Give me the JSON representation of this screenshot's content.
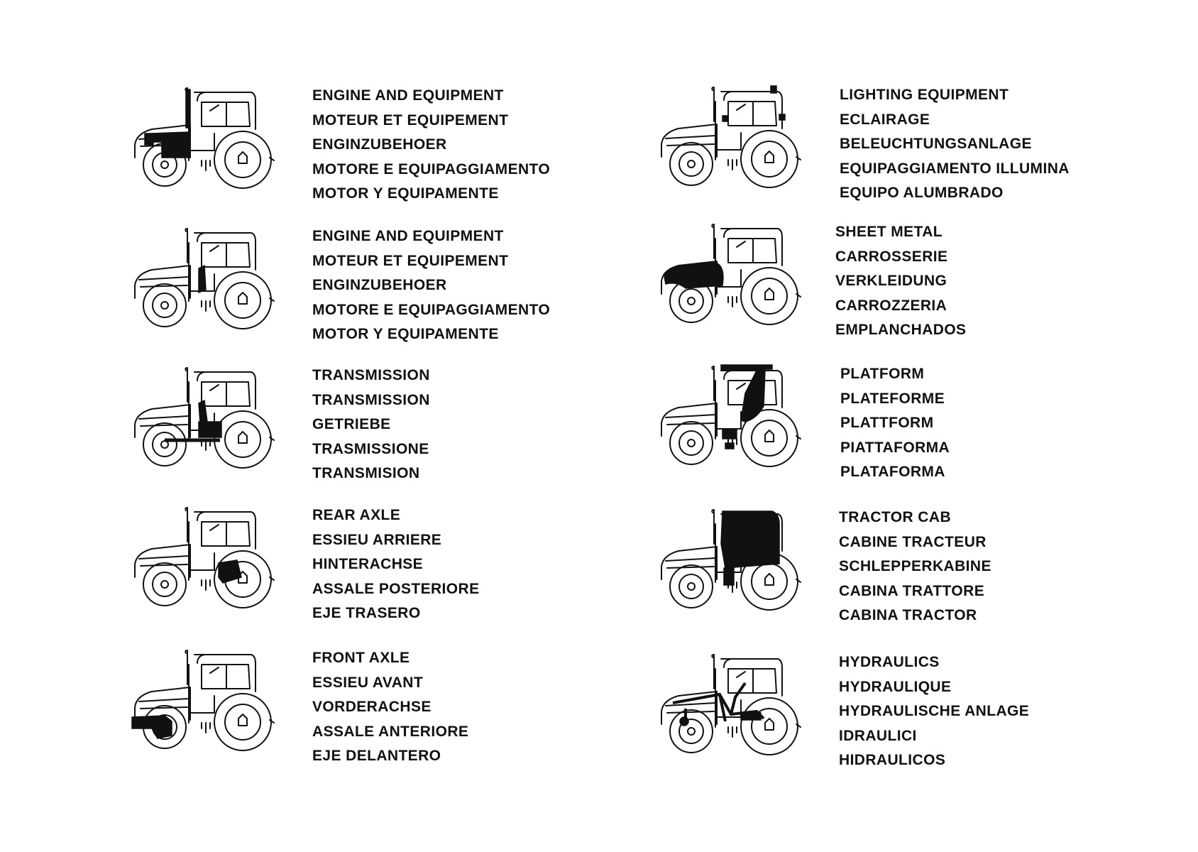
{
  "sections": [
    {
      "highlight": "engine",
      "labels": [
        "ENGINE AND EQUIPMENT",
        "MOTEUR ET EQUIPEMENT",
        "ENGINZUBEHOER",
        "MOTORE E EQUIPAGGIAMENTO",
        "MOTOR Y EQUIPAMENTE"
      ]
    },
    {
      "highlight": "engine-accessory",
      "labels": [
        "ENGINE AND EQUIPMENT",
        "MOTEUR ET EQUIPEMENT",
        "ENGINZUBEHOER",
        "MOTORE E EQUIPAGGIAMENTO",
        "MOTOR Y EQUIPAMENTE"
      ]
    },
    {
      "highlight": "transmission",
      "labels": [
        "TRANSMISSION",
        "TRANSMISSION",
        "GETRIEBE",
        "TRASMISSIONE",
        "TRANSMISION"
      ]
    },
    {
      "highlight": "rear-axle",
      "labels": [
        "REAR AXLE",
        "ESSIEU ARRIERE",
        "HINTERACHSE",
        "ASSALE POSTERIORE",
        "EJE TRASERO"
      ]
    },
    {
      "highlight": "front-axle",
      "labels": [
        "FRONT AXLE",
        "ESSIEU AVANT",
        "VORDERACHSE",
        "ASSALE ANTERIORE",
        "EJE DELANTERO"
      ]
    },
    {
      "highlight": "lighting",
      "labels": [
        "LIGHTING EQUIPMENT",
        "ECLAIRAGE",
        "BELEUCHTUNGSANLAGE",
        "EQUIPAGGIAMENTO ILLUMINA",
        "EQUIPO ALUMBRADO"
      ]
    },
    {
      "highlight": "sheet-metal",
      "labels": [
        "SHEET METAL",
        "CARROSSERIE",
        "VERKLEIDUNG",
        "CARROZZERIA",
        "EMPLANCHADOS"
      ]
    },
    {
      "highlight": "platform",
      "labels": [
        "PLATFORM",
        "PLATEFORME",
        "PLATTFORM",
        "PIATTAFORMA",
        "PLATAFORMA"
      ]
    },
    {
      "highlight": "cab",
      "labels": [
        "TRACTOR CAB",
        "CABINE TRACTEUR",
        "SCHLEPPERKABINE",
        "CABINA TRATTORE",
        "CABINA TRACTOR"
      ]
    },
    {
      "highlight": "hydraulics",
      "labels": [
        "HYDRAULICS",
        "HYDRAULIQUE",
        "HYDRAULISCHE ANLAGE",
        "IDRAULICI",
        "HIDRAULICOS"
      ]
    }
  ]
}
